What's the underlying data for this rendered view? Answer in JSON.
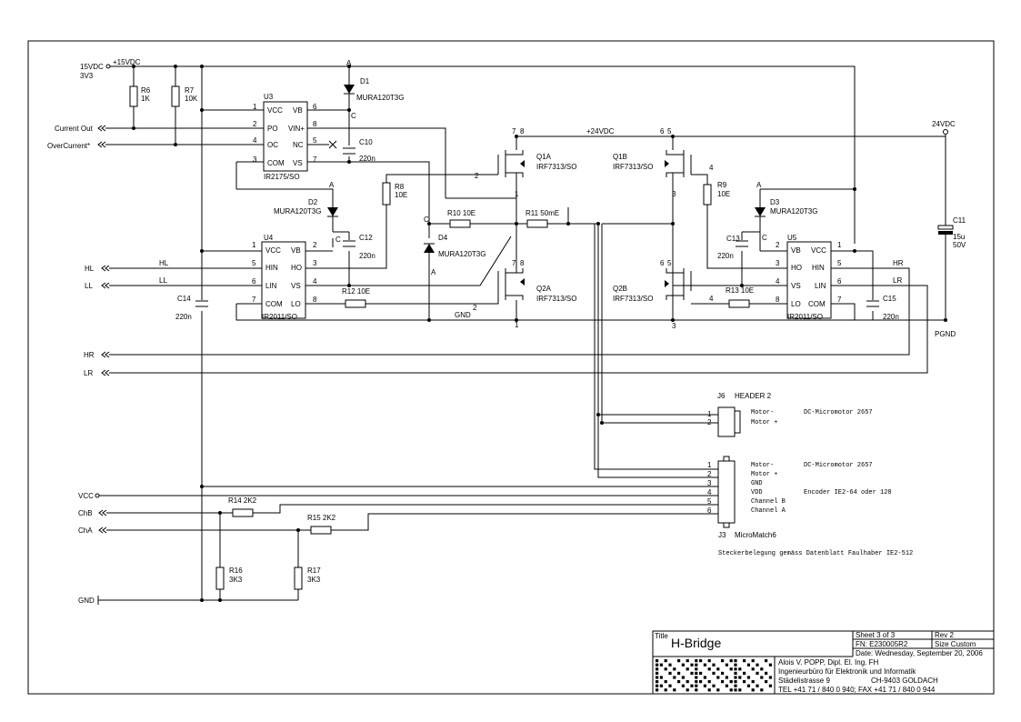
{
  "title_block": {
    "title_label": "Title",
    "title": "H-Bridge",
    "sheet": "Sheet 3    of 3",
    "rev": "Rev  2",
    "fn": "FN:     E230005R2",
    "size": "Size  Custom",
    "date": "Date:  Wednesday, September 20, 2006",
    "company1": "Alois V. POPP, Dipl. El. Ing. FH",
    "company2": "Ingenieurbüro für Elektronik und Informatik",
    "street": "Städelistrasse 9",
    "city": "CH-9403 GOLDACH",
    "phone": "TEL +41 71 / 840 0 940;    FAX +41 71 / 840 0 944"
  },
  "ports": {
    "p15v": "15VDC",
    "p3v3": "3V3",
    "pcurrent": "Current Out",
    "pover": "OverCurrent*",
    "phl": "HL",
    "pll": "LL",
    "phr": "HR",
    "plr": "LR",
    "pvcc": "VCC",
    "pchb": "ChB",
    "pcha": "ChA",
    "pgnd": "GND",
    "p24v": "24VDC",
    "ppgnd": "PGND"
  },
  "nets": {
    "n15v": "+15VDC",
    "n24v": "+24VDC",
    "gnd": "GND",
    "hl": "HL",
    "ll": "LL",
    "hr": "HR",
    "lr": "LR",
    "a1": "A",
    "c1": "C",
    "a2": "A",
    "c2": "C",
    "a3": "A",
    "c3": "C",
    "a4": "A",
    "c4": "C"
  },
  "u3": {
    "ref": "U3",
    "part": "IR2175/SO",
    "pins": [
      "VCC",
      "PO",
      "OC",
      "COM",
      "VB",
      "VIN+",
      "NC",
      "VS"
    ],
    "nums": [
      "1",
      "2",
      "4",
      "3",
      "6",
      "8",
      "5",
      "7"
    ]
  },
  "u4": {
    "ref": "U4",
    "part": "IR2011/SO",
    "pins": [
      "VCC",
      "HIN",
      "LIN",
      "COM",
      "VB",
      "HO",
      "VS",
      "LO"
    ],
    "nums": [
      "1",
      "5",
      "6",
      "7",
      "2",
      "3",
      "4",
      "8"
    ]
  },
  "u5": {
    "ref": "U5",
    "part": "IR2011/SO",
    "pins": [
      "VB",
      "HO",
      "VS",
      "LO",
      "VCC",
      "HIN",
      "LIN",
      "COM"
    ],
    "nums": [
      "2",
      "3",
      "4",
      "8",
      "1",
      "5",
      "6",
      "7"
    ]
  },
  "parts": {
    "r6": "R6",
    "r6v": "1K",
    "r7": "R7",
    "r7v": "10K",
    "d1": "D1",
    "d1v": "MURA120T3G",
    "c10": "C10",
    "c10v": "220n",
    "d2": "D2",
    "d2v": "MURA120T3G",
    "c12": "C12",
    "c12v": "220n",
    "r8": "R8",
    "r8v": "10E",
    "c14": "C14",
    "c14v": "220n",
    "r12": "R12  10E",
    "r10": "R10  10E",
    "r11": "R11  50mE",
    "d4": "D4",
    "d4v": "MURA120T3G",
    "q1a": "Q1A",
    "q1av": "IRF7313/SO",
    "q2a": "Q2A",
    "q2av": "IRF7313/SO",
    "q1b": "Q1B",
    "q1bv": "IRF7313/SO",
    "q2b": "Q2B",
    "q2bv": "IRF7313/SO",
    "r9": "R9",
    "r9v": "10E",
    "d3": "D3",
    "d3v": "MURA120T3G",
    "c13": "C13",
    "c13v": "220n",
    "r13": "R13  10E",
    "c15": "C15",
    "c15v": "220n",
    "c11": "C11",
    "c11v": "15u",
    "c11v2": "50V",
    "r14": "R14  2K2",
    "r15": "R15  2K2",
    "r16": "R16",
    "r16v": "3K3",
    "r17": "R17",
    "r17v": "3K3",
    "q_pins": [
      "7",
      "8",
      "1",
      "2",
      "6",
      "5",
      "3",
      "4"
    ]
  },
  "j6": {
    "ref": "J6",
    "name": "HEADER 2",
    "pins": [
      "1",
      "2"
    ],
    "sig": [
      "Motor-",
      "Motor +"
    ],
    "desc": "DC-Micromotor 2657"
  },
  "j3": {
    "ref": "J3",
    "name": "MicroMatch6",
    "pins": [
      "1",
      "2",
      "3",
      "4",
      "5",
      "6"
    ],
    "sig": [
      "Motor-",
      "Motor +",
      "GND",
      "VDD",
      "Channel B",
      "Channel A"
    ],
    "desc1": "DC-Micromotor 2657",
    "desc2": "Encoder IE2-64 oder 128",
    "note": "Steckerbelegung gemäss Datenblatt Faulhaber IE2-512"
  }
}
